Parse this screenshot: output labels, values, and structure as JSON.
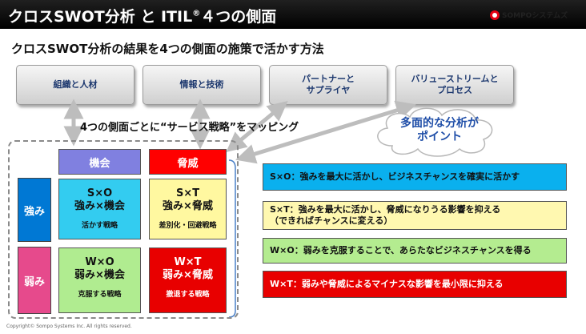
{
  "header": {
    "title": "クロスSWOT分析 と ITIL",
    "title_reg": "®",
    "title_suffix": "４つの側面",
    "logo_text": "SOMPOシステムズ"
  },
  "subtitle": "クロスSWOT分析の結果を4つの側面の施策で活かす方法",
  "aspects": [
    "組織と人材",
    "情報と技術",
    "パートナーと\nサプライヤ",
    "バリューストリームと\nプロセス"
  ],
  "mapping_text": "4つの側面ごとに“サービス戦略”をマッピング",
  "cloud_text": "多面的な分析が\nポイント",
  "matrix": {
    "col_opportunity": "機会",
    "col_threat": "脅威",
    "row_strength": "強み",
    "row_weakness": "弱み",
    "so": {
      "code": "S×O",
      "name": "強み×機会",
      "strategy": "活かす戦略"
    },
    "st": {
      "code": "S×T",
      "name": "強み×脅威",
      "strategy": "差別化・回避戦略"
    },
    "wo": {
      "code": "W×O",
      "name": "弱み×機会",
      "strategy": "克服する戦略"
    },
    "wt": {
      "code": "W×T",
      "name": "弱み×脅威",
      "strategy": "撤退する戦略"
    }
  },
  "callouts": {
    "so": "S×O：強みを最大に活かし、ビジネスチャンスを確実に活かす",
    "st": "S×T：強みを最大に活かし、脅威になりうる影響を抑える\n（できればチャンスに変える）",
    "wo": "W×O：弱みを克服することで、あらたなビジネスチャンスを得る",
    "wt": "W×T：弱みや脅威によるマイナスな影響を最小限に抑える"
  },
  "copyright": "Copyright©  Sompo Systems Inc. All rights reserved.",
  "colors": {
    "opportunity": "#8080e0",
    "threat": "#ff0000",
    "strength": "#0078d4",
    "weakness": "#e64a8c",
    "so_cell": "#33ccf0",
    "st_cell": "#fff8a0",
    "wo_cell": "#b0ec90",
    "wt_cell": "#e80000"
  }
}
